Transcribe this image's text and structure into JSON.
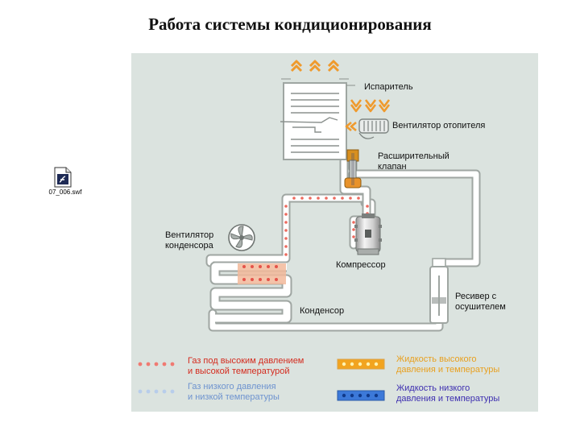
{
  "title": "Работа системы кондиционирования",
  "file": {
    "name": "07_006.swf",
    "icon": "swf-file-icon"
  },
  "diagram": {
    "labels": {
      "evaporator": "Испаритель",
      "heater_fan": "Вентилятор отопителя",
      "expansion_valve": [
        "Расширительный",
        "клапан"
      ],
      "condenser_fan": [
        "Вентилятор",
        "конденсора"
      ],
      "compressor": "Компрессор",
      "receiver": [
        "Ресивер с",
        "осушителем"
      ],
      "condenser": "Конденсор"
    },
    "legend": [
      {
        "lines": [
          "Газ под высоким давлением",
          "и высокой температурой"
        ],
        "color": "#d42b1e",
        "marker": "red-dots"
      },
      {
        "lines": [
          "Жидкость высокого",
          "давления и температуры"
        ],
        "color": "#e8a020",
        "marker": "orange-bar"
      },
      {
        "lines": [
          "Газ  низкого давления",
          " и низкой температуры"
        ],
        "color": "#6e93cf",
        "marker": "light-blue-dots"
      },
      {
        "lines": [
          "Жидкость низкого",
          "давления и температуры"
        ],
        "color": "#3e2fb0",
        "marker": "blue-bar"
      }
    ]
  }
}
